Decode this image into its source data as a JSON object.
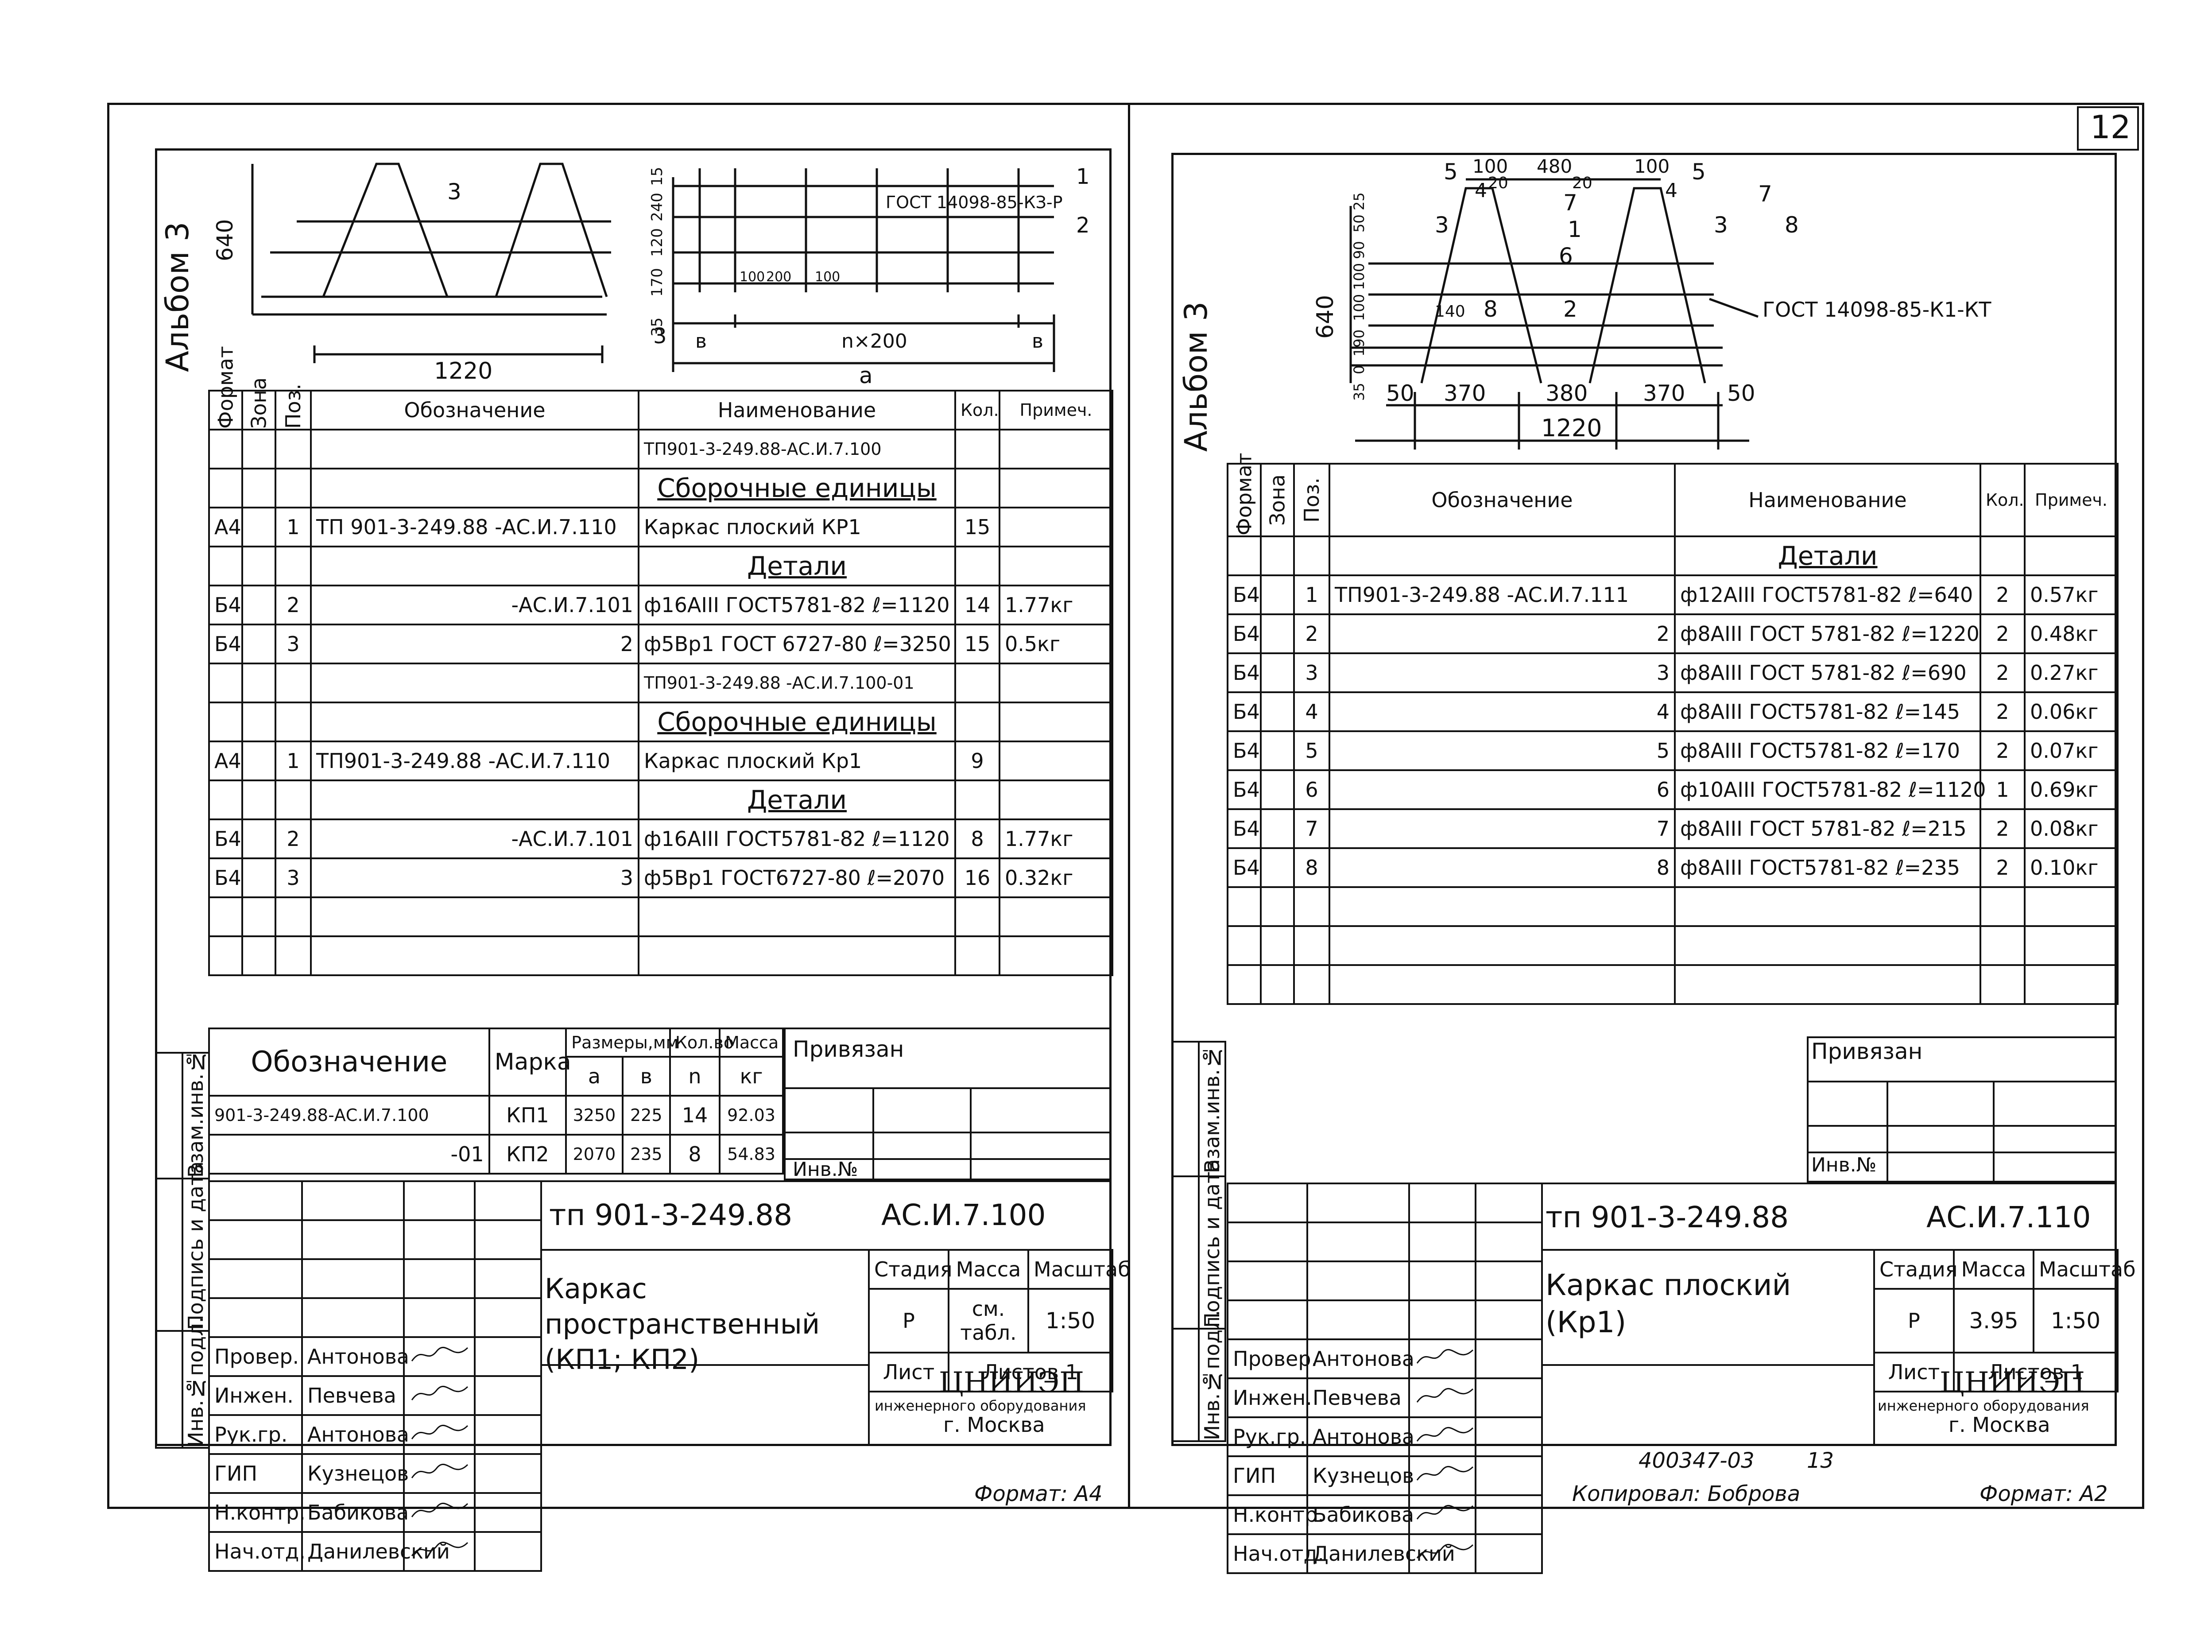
{
  "page_number": "12",
  "left_sheet": {
    "album": "Альбом 3",
    "drawing": {
      "height_dim": "640",
      "width_dim": "1220",
      "section_mark": "3",
      "mesh_dims": [
        "35",
        "170",
        "120",
        "240",
        "15"
      ],
      "mesh_labels": [
        "1",
        "2",
        "3"
      ],
      "gost_note": "ГОСТ 14098-85-КЗ-Р",
      "bottom_dims": [
        "в",
        "n×200",
        "в"
      ],
      "total_dim": "a",
      "detail_dims": [
        "100",
        "200",
        "100"
      ]
    },
    "spec": {
      "headers": [
        "Формат",
        "Зона",
        "Поз.",
        "Обозначение",
        "Наименование",
        "Кол.",
        "Примеч."
      ],
      "rows": [
        {
          "fmt": "",
          "zone": "",
          "pos": "",
          "code": "",
          "name": "ТП901-3-249.88-АС.И.7.100",
          "qty": "",
          "note": "",
          "name_style": "small"
        },
        {
          "fmt": "",
          "zone": "",
          "pos": "",
          "code": "",
          "name": "Сборочные единицы",
          "qty": "",
          "note": "",
          "name_style": "ul"
        },
        {
          "fmt": "А4",
          "zone": "",
          "pos": "1",
          "code": "ТП 901-3-249.88 -АС.И.7.110",
          "name": "Каркас плоский КР1",
          "qty": "15",
          "note": ""
        },
        {
          "fmt": "",
          "zone": "",
          "pos": "",
          "code": "",
          "name": "Детали",
          "qty": "",
          "note": "",
          "name_style": "ul"
        },
        {
          "fmt": "Б4",
          "zone": "",
          "pos": "2",
          "code": "-АС.И.7.101",
          "name": "ф16АIII ГОСТ5781-82 ℓ=1120",
          "qty": "14",
          "note": "1.77кг",
          "code_style": "right"
        },
        {
          "fmt": "Б4",
          "zone": "",
          "pos": "3",
          "code": "2",
          "name": "ф5Вр1 ГОСТ 6727-80 ℓ=3250",
          "qty": "15",
          "note": "0.5кг",
          "code_style": "right"
        },
        {
          "fmt": "",
          "zone": "",
          "pos": "",
          "code": "",
          "name": "ТП901-3-249.88 -АС.И.7.100-01",
          "qty": "",
          "note": "",
          "name_style": "small"
        },
        {
          "fmt": "",
          "zone": "",
          "pos": "",
          "code": "",
          "name": "Сборочные единицы",
          "qty": "",
          "note": "",
          "name_style": "ul"
        },
        {
          "fmt": "А4",
          "zone": "",
          "pos": "1",
          "code": "ТП901-3-249.88 -АС.И.7.110",
          "name": "Каркас плоский Кр1",
          "qty": "9",
          "note": ""
        },
        {
          "fmt": "",
          "zone": "",
          "pos": "",
          "code": "",
          "name": "Детали",
          "qty": "",
          "note": "",
          "name_style": "ul"
        },
        {
          "fmt": "Б4",
          "zone": "",
          "pos": "2",
          "code": "-АС.И.7.101",
          "name": "ф16АIII ГОСТ5781-82 ℓ=1120",
          "qty": "8",
          "note": "1.77кг",
          "code_style": "right"
        },
        {
          "fmt": "Б4",
          "zone": "",
          "pos": "3",
          "code": "3",
          "name": "ф5Вр1 ГОСТ6727-80 ℓ=2070",
          "qty": "16",
          "note": "0.32кг",
          "code_style": "right"
        }
      ]
    },
    "marks_table": {
      "headers": [
        "Обозначение",
        "Марка",
        "Размеры,мм",
        "Кол.во",
        "Масса"
      ],
      "sub_headers": [
        "a",
        "в",
        "n",
        "кг"
      ],
      "rows": [
        {
          "code": "901-3-249.88-АС.И.7.100",
          "mark": "КП1",
          "a": "3250",
          "b": "225",
          "n": "14",
          "mass": "92.03"
        },
        {
          "code": "-01",
          "mark": "КП2",
          "a": "2070",
          "b": "235",
          "n": "8",
          "mass": "54.83"
        }
      ]
    },
    "privyazan": "Привязан",
    "inv_no": "Инв.№",
    "side_labels": [
      "Взам.инв.№",
      "Подпись и дата",
      "Инв.№подл."
    ],
    "title_block": {
      "project": "тп 901-3-249.88",
      "code": "АС.И.7.100",
      "title": "Каркас пространственный (КП1; КП2)",
      "stage_label": "Стадия",
      "stage": "Р",
      "mass_label": "Масса",
      "mass": "см. табл.",
      "scale_label": "Масштаб",
      "scale": "1:50",
      "sheet_label": "Лист",
      "sheets_label": "Листов 1",
      "org": "ЦНИИЭП",
      "org_sub": "инженерного оборудования",
      "city": "г. Москва",
      "people": [
        {
          "role": "Провер.",
          "name": "Антонова"
        },
        {
          "role": "Инжен.",
          "name": "Певчева"
        },
        {
          "role": "Рук.гр.",
          "name": "Антонова"
        },
        {
          "role": "ГИП",
          "name": "Кузнецов"
        },
        {
          "role": "Н.контр.",
          "name": "Бабикова"
        },
        {
          "role": "Нач.отд.",
          "name": "Данилевский"
        }
      ]
    },
    "format": "Формат: А4"
  },
  "right_sheet": {
    "album": "Альбом 3",
    "drawing": {
      "top_dims": [
        "100",
        "480",
        "100"
      ],
      "sub_dims": [
        "20",
        "20"
      ],
      "pos_labels": [
        "5",
        "4",
        "7",
        "1",
        "5",
        "4",
        "7",
        "3",
        "6",
        "3",
        "8",
        "8",
        "2"
      ],
      "height_dim": "640",
      "left_dims": [
        "35",
        "0",
        "190",
        "100",
        "100",
        "90",
        "50",
        "25"
      ],
      "detail_dim": "140",
      "bottom_dims": [
        "50",
        "370",
        "380",
        "370",
        "50"
      ],
      "total_dim": "1220",
      "gost_note": "ГОСТ 14098-85-К1-КТ"
    },
    "spec": {
      "headers": [
        "Формат",
        "Зона",
        "Поз.",
        "Обозначение",
        "Наименование",
        "Кол.",
        "Примеч."
      ],
      "rows": [
        {
          "fmt": "",
          "zone": "",
          "pos": "",
          "code": "",
          "name": "Детали",
          "qty": "",
          "note": "",
          "name_style": "ul"
        },
        {
          "fmt": "Б4",
          "zone": "",
          "pos": "1",
          "code": "ТП901-3-249.88 -АС.И.7.111",
          "name": "ф12АIII ГОСТ5781-82 ℓ=640",
          "qty": "2",
          "note": "0.57кг"
        },
        {
          "fmt": "Б4",
          "zone": "",
          "pos": "2",
          "code": "2",
          "name": "ф8АIII ГОСТ 5781-82 ℓ=1220",
          "qty": "2",
          "note": "0.48кг",
          "code_style": "right"
        },
        {
          "fmt": "Б4",
          "zone": "",
          "pos": "3",
          "code": "3",
          "name": "ф8АIII ГОСТ 5781-82 ℓ=690",
          "qty": "2",
          "note": "0.27кг",
          "code_style": "right"
        },
        {
          "fmt": "Б4",
          "zone": "",
          "pos": "4",
          "code": "4",
          "name": "ф8АIII ГОСТ5781-82 ℓ=145",
          "qty": "2",
          "note": "0.06кг",
          "code_style": "right"
        },
        {
          "fmt": "Б4",
          "zone": "",
          "pos": "5",
          "code": "5",
          "name": "ф8АIII ГОСТ5781-82 ℓ=170",
          "qty": "2",
          "note": "0.07кг",
          "code_style": "right"
        },
        {
          "fmt": "Б4",
          "zone": "",
          "pos": "6",
          "code": "6",
          "name": "ф10АIII ГОСТ5781-82 ℓ=1120",
          "qty": "1",
          "note": "0.69кг",
          "code_style": "right"
        },
        {
          "fmt": "Б4",
          "zone": "",
          "pos": "7",
          "code": "7",
          "name": "ф8АIII ГОСТ 5781-82 ℓ=215",
          "qty": "2",
          "note": "0.08кг",
          "code_style": "right"
        },
        {
          "fmt": "Б4",
          "zone": "",
          "pos": "8",
          "code": "8",
          "name": "ф8АIII ГОСТ5781-82 ℓ=235",
          "qty": "2",
          "note": "0.10кг",
          "code_style": "right"
        },
        {
          "fmt": "",
          "zone": "",
          "pos": "",
          "code": "",
          "name": "",
          "qty": "",
          "note": ""
        },
        {
          "fmt": "",
          "zone": "",
          "pos": "",
          "code": "",
          "name": "",
          "qty": "",
          "note": ""
        },
        {
          "fmt": "",
          "zone": "",
          "pos": "",
          "code": "",
          "name": "",
          "qty": "",
          "note": ""
        }
      ]
    },
    "privyazan": "Привязан",
    "inv_no": "Инв.№",
    "side_labels": [
      "Взам.инв.№",
      "Подпись и дата",
      "Инв.№подл."
    ],
    "title_block": {
      "project": "тп 901-3-249.88",
      "code": "АС.И.7.110",
      "title": "Каркас плоский (Кр1)",
      "stage_label": "Стадия",
      "stage": "Р",
      "mass_label": "Масса",
      "mass": "3.95",
      "scale_label": "Масштаб",
      "scale": "1:50",
      "sheet_label": "Лист",
      "sheets_label": "Листов 1",
      "org": "ЦНИИЭП",
      "org_sub": "инженерного оборудования",
      "city": "г. Москва",
      "people": [
        {
          "role": "Провер.",
          "name": "Антонова"
        },
        {
          "role": "Инжен.",
          "name": "Певчева"
        },
        {
          "role": "Рук.гр.",
          "name": "Антонова"
        },
        {
          "role": "ГИП",
          "name": "Кузнецов"
        },
        {
          "role": "Н.контр.",
          "name": "Бабикова"
        },
        {
          "role": "Нач.отд.",
          "name": "Данилевский"
        }
      ]
    },
    "archive_no": "400347-03",
    "archive_page": "13",
    "copied_by": "Копировал: Боброва",
    "format": "Формат: А2"
  }
}
